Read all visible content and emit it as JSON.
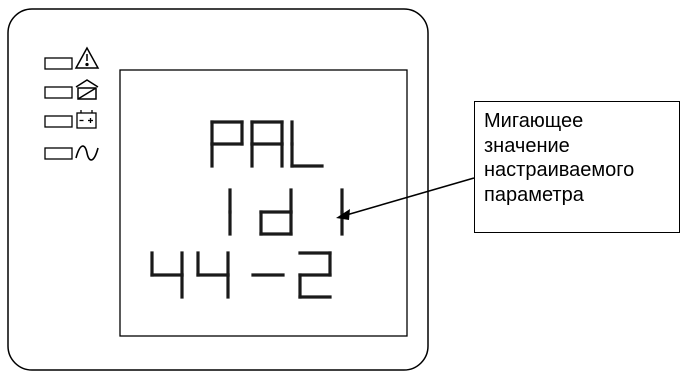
{
  "display": {
    "indicators": [
      "warning-icon",
      "power-failure-icon",
      "battery-icon",
      "ac-mains-icon"
    ],
    "segment_color": "#1a1a1a",
    "lines": [
      "PAL",
      "Id1",
      "44-2"
    ]
  },
  "callout": {
    "lines": [
      "Мигающее",
      "значение",
      "настраиваемого",
      "параметра"
    ]
  }
}
